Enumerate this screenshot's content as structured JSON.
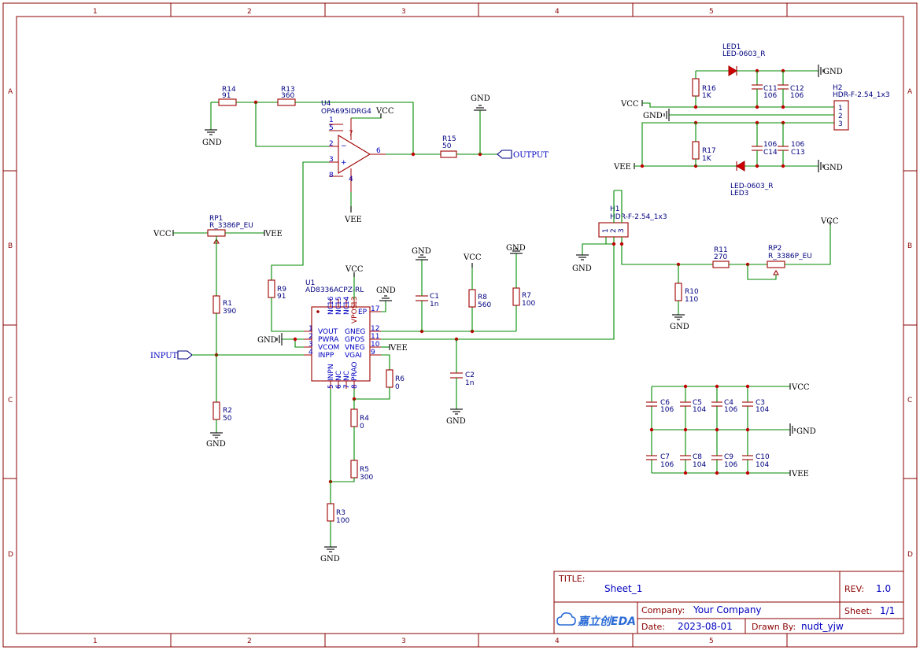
{
  "frame": {
    "cols": [
      "1",
      "2",
      "3",
      "4",
      "5"
    ],
    "rows": [
      "A",
      "B",
      "C",
      "D"
    ]
  },
  "title_block": {
    "title_key": "TITLE:",
    "title": "Sheet_1",
    "rev_key": "REV:",
    "rev": "1.0",
    "company_key": "Company:",
    "company": "Your Company",
    "sheet_key": "Sheet:",
    "sheet": "1/1",
    "date_key": "Date:",
    "date": "2023-08-01",
    "drawn_key": "Drawn By:",
    "drawn": "nudt_yjw",
    "logo": "嘉立创EDA"
  },
  "components": {
    "R14": {
      "ref": "R14",
      "val": "91"
    },
    "R13": {
      "ref": "R13",
      "val": "360"
    },
    "U4": {
      "ref": "U4",
      "val": "OPA695IDRG4"
    },
    "R15": {
      "ref": "R15",
      "val": "50"
    },
    "RP1": {
      "ref": "RP1",
      "val": "R_3386P_EU"
    },
    "R1": {
      "ref": "R1",
      "val": "390"
    },
    "R2": {
      "ref": "R2",
      "val": "50"
    },
    "R9": {
      "ref": "R9",
      "val": "91"
    },
    "U1": {
      "ref": "U1",
      "val": "AD8336ACPZ-RL"
    },
    "C1": {
      "ref": "C1",
      "val": "1n"
    },
    "R8": {
      "ref": "R8",
      "val": "560"
    },
    "R7": {
      "ref": "R7",
      "val": "100"
    },
    "C2": {
      "ref": "C2",
      "val": "1n"
    },
    "R6": {
      "ref": "R6",
      "val": "0"
    },
    "R4": {
      "ref": "R4",
      "val": "0"
    },
    "R5": {
      "ref": "R5",
      "val": "300"
    },
    "R3": {
      "ref": "R3",
      "val": "100"
    },
    "LED1": {
      "ref": "LED1",
      "val": "LED-0603_R"
    },
    "R16": {
      "ref": "R16",
      "val": "1K"
    },
    "C11": {
      "ref": "C11",
      "val": "106"
    },
    "C12": {
      "ref": "C12",
      "val": "106"
    },
    "H2": {
      "ref": "H2",
      "val": "HDR-F-2.54_1x3"
    },
    "R17": {
      "ref": "R17",
      "val": "1K"
    },
    "C14": {
      "ref": "C14",
      "val": "106"
    },
    "C13": {
      "ref": "C13",
      "val": "106"
    },
    "LED3": {
      "ref": "LED3",
      "val": "LED-0603_R"
    },
    "H1": {
      "ref": "H1",
      "val": "HDR-F-2.54_1x3"
    },
    "R11": {
      "ref": "R11",
      "val": "270"
    },
    "RP2": {
      "ref": "RP2",
      "val": "R_3386P_EU"
    },
    "R10": {
      "ref": "R10",
      "val": "110"
    },
    "C6": {
      "ref": "C6",
      "val": "106"
    },
    "C5": {
      "ref": "C5",
      "val": "104"
    },
    "C4": {
      "ref": "C4",
      "val": "106"
    },
    "C3": {
      "ref": "C3",
      "val": "104"
    },
    "C7": {
      "ref": "C7",
      "val": "106"
    },
    "C8": {
      "ref": "C8",
      "val": "104"
    },
    "C9": {
      "ref": "C9",
      "val": "106"
    },
    "C10": {
      "ref": "C10",
      "val": "104"
    }
  },
  "nets": {
    "gnd": "GND",
    "vcc": "VCC",
    "vee": "VEE",
    "output": "OUTPUT",
    "input": "INPUT"
  },
  "u1_pins": {
    "left": [
      "VOUT",
      "PWRA",
      "VCOM",
      "INPP"
    ],
    "right": [
      "GNEG",
      "GPOS",
      "VNEG",
      "VGAI"
    ],
    "top": [
      "NC",
      "NC",
      "NC",
      "VPOS"
    ],
    "bottom": [
      "INPN",
      "NC",
      "NC",
      "PRAO"
    ],
    "ep": "EP",
    "left_nums": [
      "1",
      "2",
      "3",
      "4"
    ],
    "right_nums": [
      "12",
      "11",
      "10",
      "9"
    ],
    "top_nums": [
      "16",
      "15",
      "14",
      "13"
    ],
    "bottom_nums": [
      "5",
      "6",
      "7",
      "8"
    ],
    "ep_num": "17"
  },
  "u4_pins": [
    "1",
    "5",
    "2",
    "3",
    "8",
    "7",
    "6",
    "4"
  ],
  "header_pins": [
    "1",
    "2",
    "3"
  ]
}
